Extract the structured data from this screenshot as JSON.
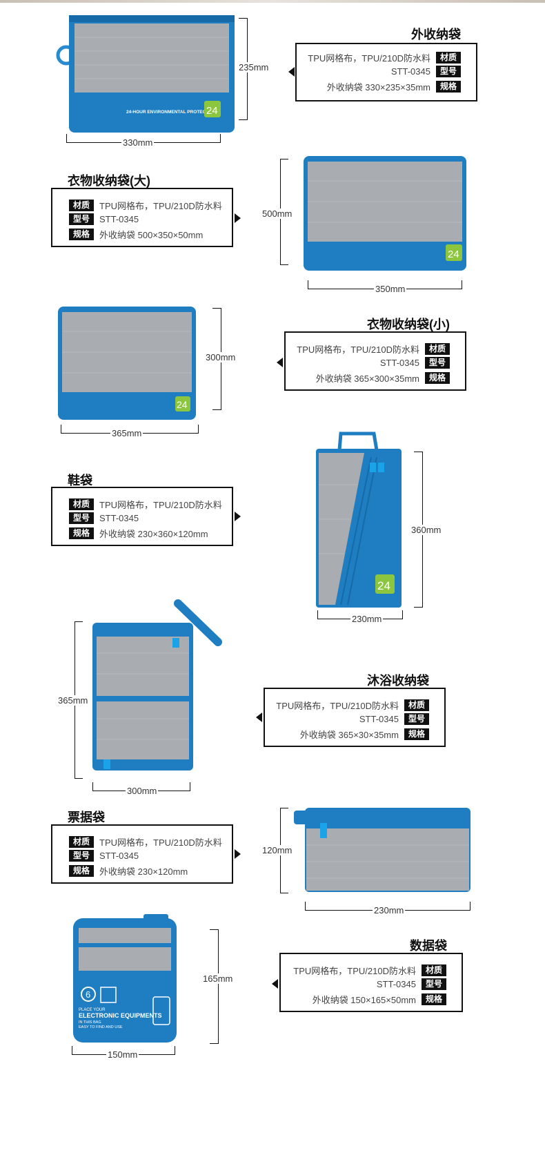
{
  "labels": {
    "material": "材质",
    "model": "型号",
    "spec": "规格"
  },
  "products": [
    {
      "title": "外收纳袋",
      "material": "TPU网格布，TPU/210D防水料",
      "model": "STT-0345",
      "spec": "外收纳袋  330×235×35mm",
      "height_dim": "235mm",
      "width_dim": "330mm",
      "print": "24-HOUR ENVIRONMENTAL PROTECTION",
      "badge": "24"
    },
    {
      "title": "衣物收纳袋(大)",
      "material": "TPU网格布，TPU/210D防水料",
      "model": "STT-0345",
      "spec": "外收纳袋  500×350×50mm",
      "height_dim": "500mm",
      "width_dim": "350mm",
      "badge": "24"
    },
    {
      "title": "衣物收纳袋(小)",
      "material": "TPU网格布，TPU/210D防水料",
      "model": "STT-0345",
      "spec": "外收纳袋  365×300×35mm",
      "height_dim": "300mm",
      "width_dim": "365mm",
      "badge": "24"
    },
    {
      "title": "鞋袋",
      "material": "TPU网格布，TPU/210D防水料",
      "model": "STT-0345",
      "spec": "外收纳袋  230×360×120mm",
      "height_dim": "360mm",
      "width_dim": "230mm",
      "badge": "24"
    },
    {
      "title": "沐浴收纳袋",
      "material": "TPU网格布，TPU/210D防水料",
      "model": "STT-0345",
      "spec": "外收纳袋  365×30×35mm",
      "height_dim": "365mm",
      "width_dim": "300mm"
    },
    {
      "title": "票据袋",
      "material": "TPU网格布，TPU/210D防水料",
      "model": "STT-0345",
      "spec": "外收纳袋  230×120mm",
      "height_dim": "120mm",
      "width_dim": "230mm"
    },
    {
      "title": "数据袋",
      "material": "TPU网格布，TPU/210D防水料",
      "model": "STT-0345",
      "spec": "外收纳袋  150×165×50mm",
      "height_dim": "165mm",
      "width_dim": "150mm",
      "print_small": "PLACE YOUR",
      "print_big": "ELECTRONIC EQUIPMENTS",
      "print_line1": "IN THIS BAG",
      "print_line2": "EASY TO FIND AND USE",
      "badge": "6"
    }
  ],
  "colors": {
    "bag_blue": "#1f7dc2",
    "bag_blue_dark": "#176aa8",
    "mesh_grey": "#a9adb1",
    "badge_green": "#8cc63f"
  }
}
